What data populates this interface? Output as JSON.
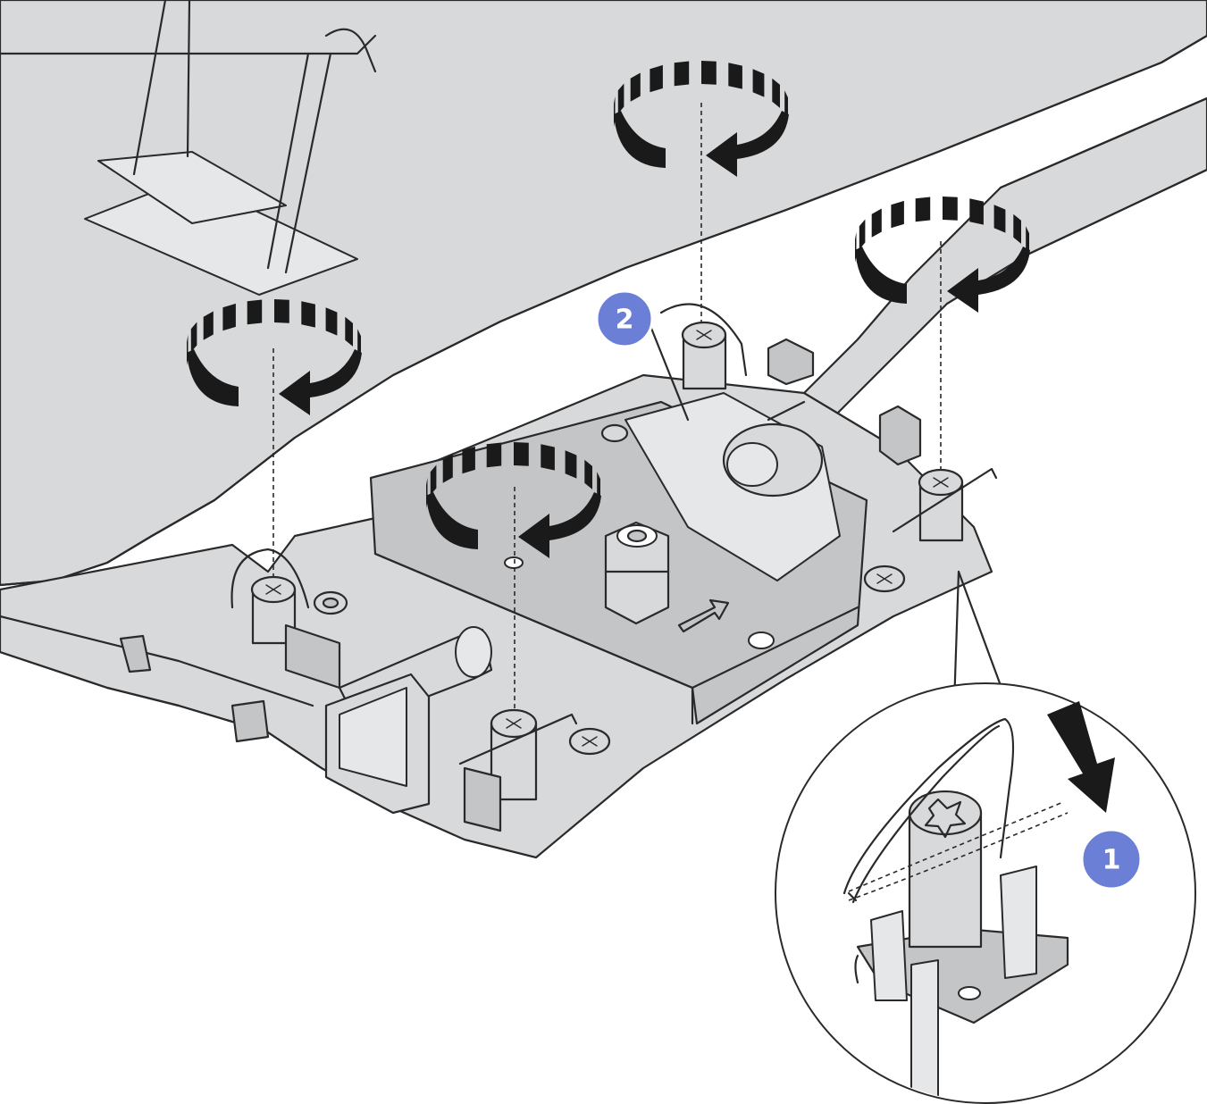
{
  "diagram": {
    "steps": [
      {
        "number": "1"
      },
      {
        "number": "2"
      }
    ],
    "callout": "magnified-view"
  },
  "colors": {
    "part_fill": "#d8d9da",
    "outline": "#2a2a2a",
    "badge": "#6b7fd6",
    "arrow": "#1a1a1a"
  }
}
